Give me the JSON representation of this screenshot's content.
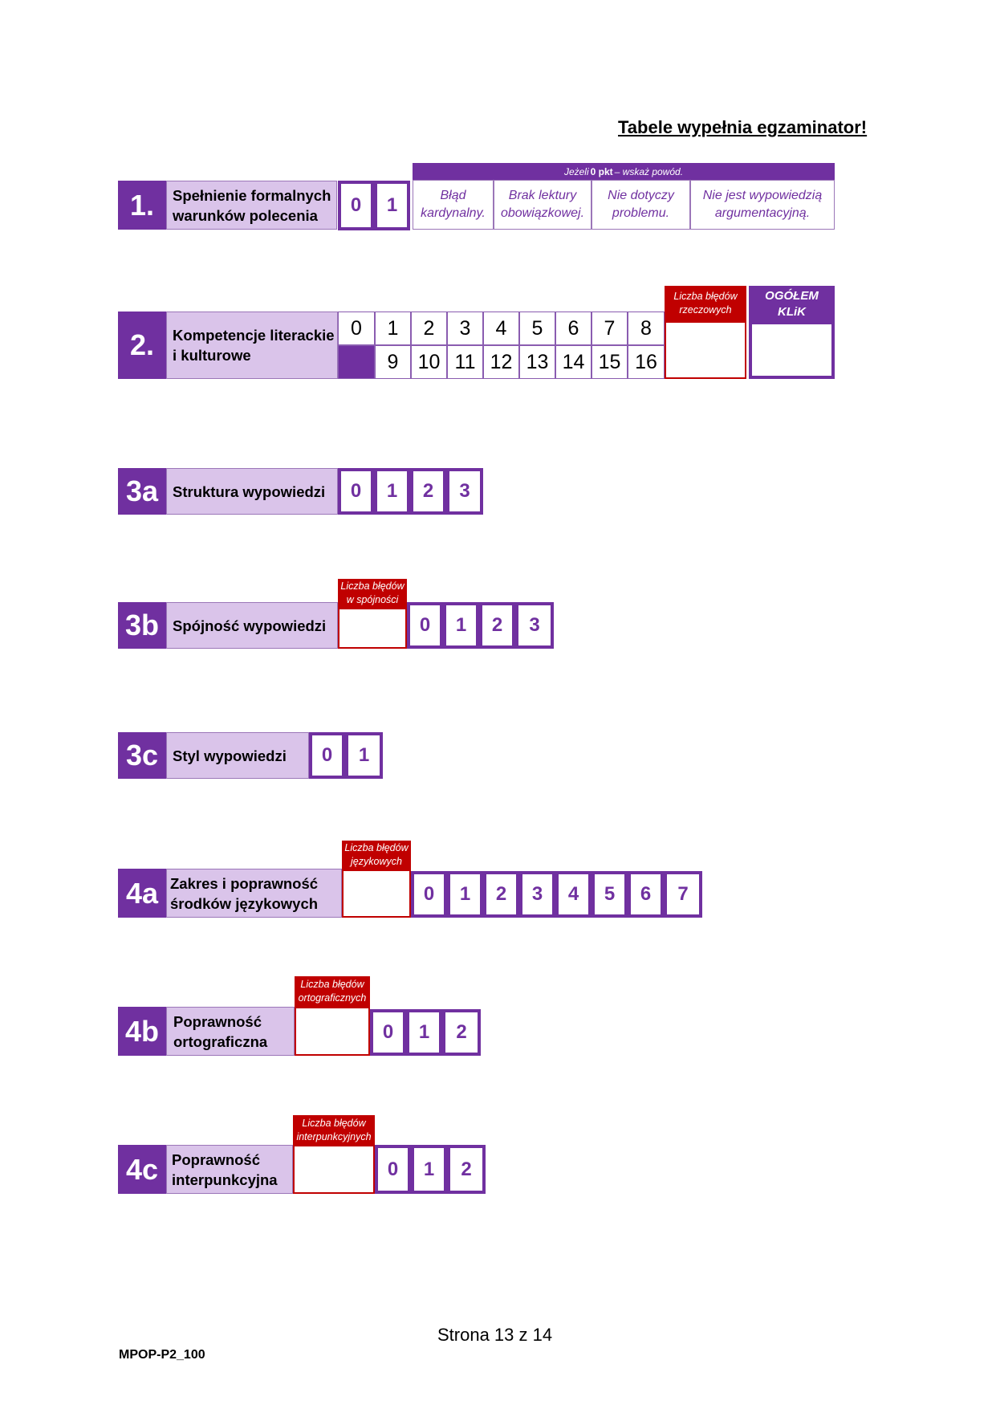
{
  "header": {
    "title": "Tabele wypełnia egzaminator!"
  },
  "criteria": [
    {
      "id": "1.",
      "label": "Spełnienie formalnych warunków polecenia",
      "scores": [
        "0",
        "1"
      ]
    },
    {
      "id": "2.",
      "label": "Kompetencje literackie i kulturowe",
      "scores_row1": [
        "0",
        "1",
        "2",
        "3",
        "4",
        "5",
        "6",
        "7",
        "8"
      ],
      "scores_row2": [
        "9",
        "10",
        "11",
        "12",
        "13",
        "14",
        "15",
        "16"
      ]
    },
    {
      "id": "3a",
      "label": "Struktura wypowiedzi",
      "scores": [
        "0",
        "1",
        "2",
        "3"
      ]
    },
    {
      "id": "3b",
      "label": "Spójność wypowiedzi",
      "error_label": "Liczba błędów w spójności",
      "scores": [
        "0",
        "1",
        "2",
        "3"
      ]
    },
    {
      "id": "3c",
      "label": "Styl wypowiedzi",
      "scores": [
        "0",
        "1"
      ]
    },
    {
      "id": "4a",
      "label": "Zakres i poprawność środków językowych",
      "error_label": "Liczba błędów językowych",
      "scores": [
        "0",
        "1",
        "2",
        "3",
        "4",
        "5",
        "6",
        "7"
      ]
    },
    {
      "id": "4b",
      "label": "Poprawność ortograficzna",
      "error_label": "Liczba błędów ortograficznych",
      "scores": [
        "0",
        "1",
        "2"
      ]
    },
    {
      "id": "4c",
      "label": "Poprawność interpunkcyjna",
      "error_label": "Liczba błędów interpunkcyjnych",
      "scores": [
        "0",
        "1",
        "2"
      ]
    }
  ],
  "zero_reason": {
    "header_pre": "Jeżeli ",
    "header_bold": "0 pkt",
    "header_post": " – wskaż powód.",
    "reasons": [
      "Błąd kardynalny.",
      "Brak lektury obowiązkowej.",
      "Nie dotyczy problemu.",
      "Nie jest wypowiedzią argumentacyjną."
    ]
  },
  "criterion2_extra": {
    "error_label": "Liczba błędów rzeczowych",
    "total_label": "OGÓŁEM KLiK"
  },
  "footer": {
    "page": "Strona 13 z 14",
    "code": "MPOP-P2_100"
  },
  "colors": {
    "purple": "#7030a0",
    "lilac": "#dac4ea",
    "red": "#c00000"
  }
}
